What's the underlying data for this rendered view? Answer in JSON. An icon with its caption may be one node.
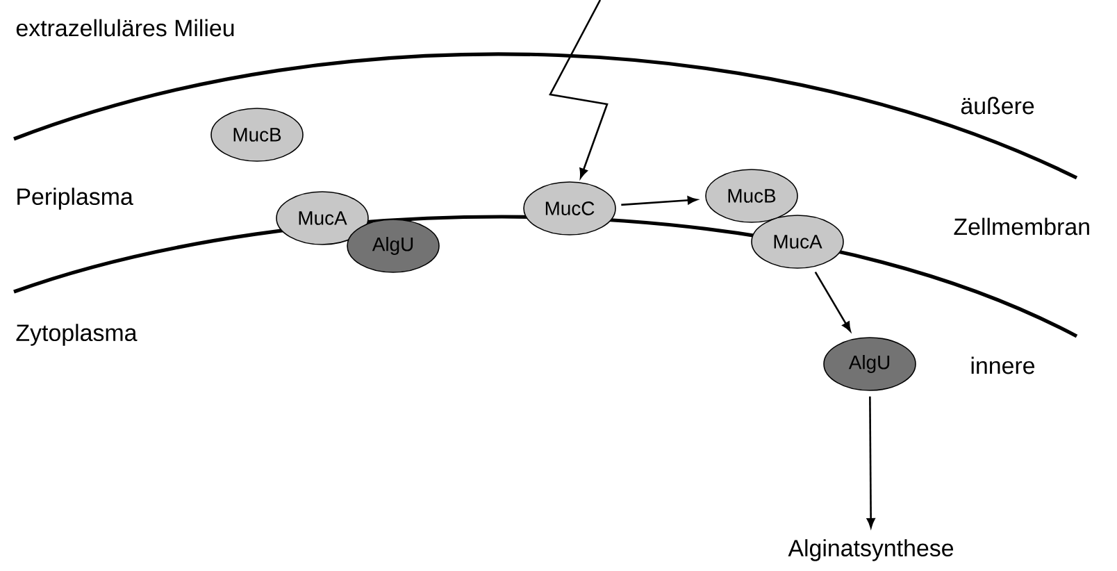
{
  "diagram": {
    "nodes": [
      {
        "text": [
          "MucB"
        ]
      },
      {
        "text": [
          "MucA"
        ]
      },
      {
        "text": [
          "AlgU"
        ]
      },
      {
        "text": [
          "MucC"
        ]
      },
      {
        "text": [
          "MucB"
        ]
      },
      {
        "text": [
          "MucA"
        ]
      },
      {
        "text": [
          "AlgU"
        ]
      },
      {
        "text": [
          "Alginatsynthese"
        ]
      }
    ],
    "edges": [
      {
        "from": null,
        "to": 3,
        "arrow": "to"
      },
      {
        "from": 3,
        "to": 4,
        "arrow": "to"
      },
      {
        "from": 5,
        "to": 6,
        "arrow": "to"
      },
      {
        "from": 6,
        "to": 7,
        "arrow": "to"
      }
    ],
    "labels": [
      "extrazelluläres Milieu",
      "äußere",
      "Periplasma",
      "Zellmembran",
      "Zytoplasma",
      "innere"
    ]
  }
}
